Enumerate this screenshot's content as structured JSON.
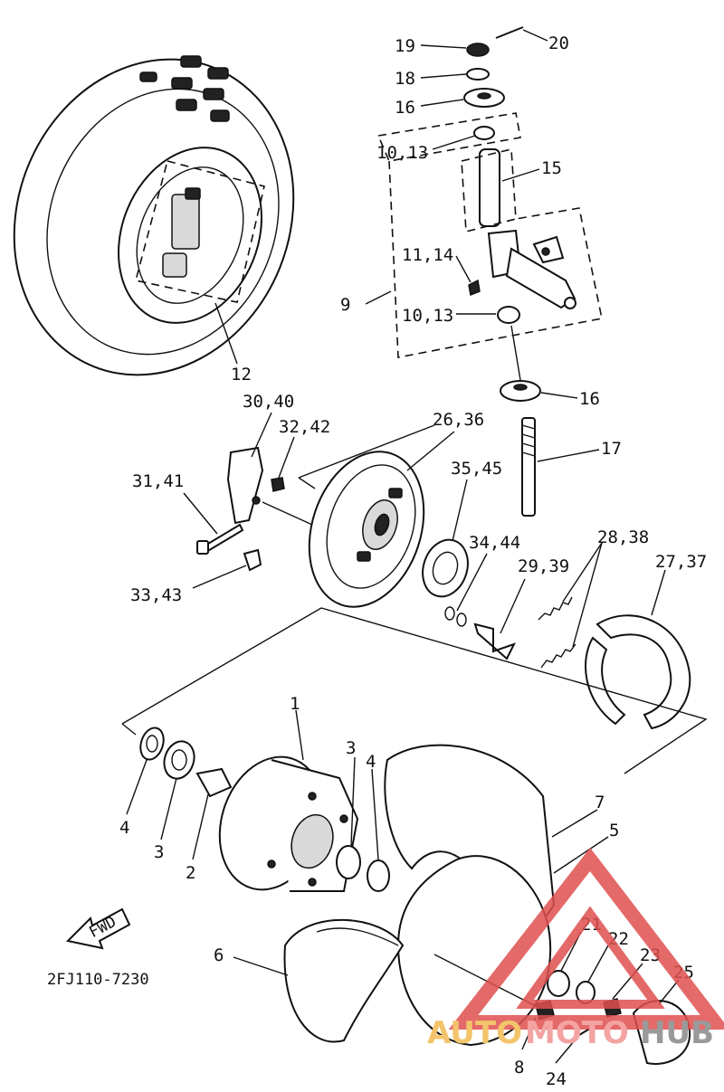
{
  "diagram": {
    "code": "2FJ110-7230",
    "fwd_label": "FWD",
    "callouts": [
      "19",
      "20",
      "18",
      "16",
      "10,13",
      "15",
      "11,14",
      "9",
      "10,13",
      "16",
      "12",
      "30,40",
      "32,42",
      "26,36",
      "17",
      "31,41",
      "35,45",
      "34,44",
      "28,38",
      "29,39",
      "27,37",
      "33,43",
      "1",
      "3",
      "4",
      "7",
      "5",
      "4",
      "3",
      "2",
      "6",
      "21",
      "22",
      "23",
      "25",
      "8",
      "24"
    ]
  },
  "watermark": {
    "part1": "AUTO",
    "part2": "MOTO",
    "part3": "HUB",
    "colors": {
      "auto": "#f3c46b",
      "moto": "#f4a3a3",
      "hub": "#9a9a9a",
      "triangle": "#e05050"
    }
  }
}
